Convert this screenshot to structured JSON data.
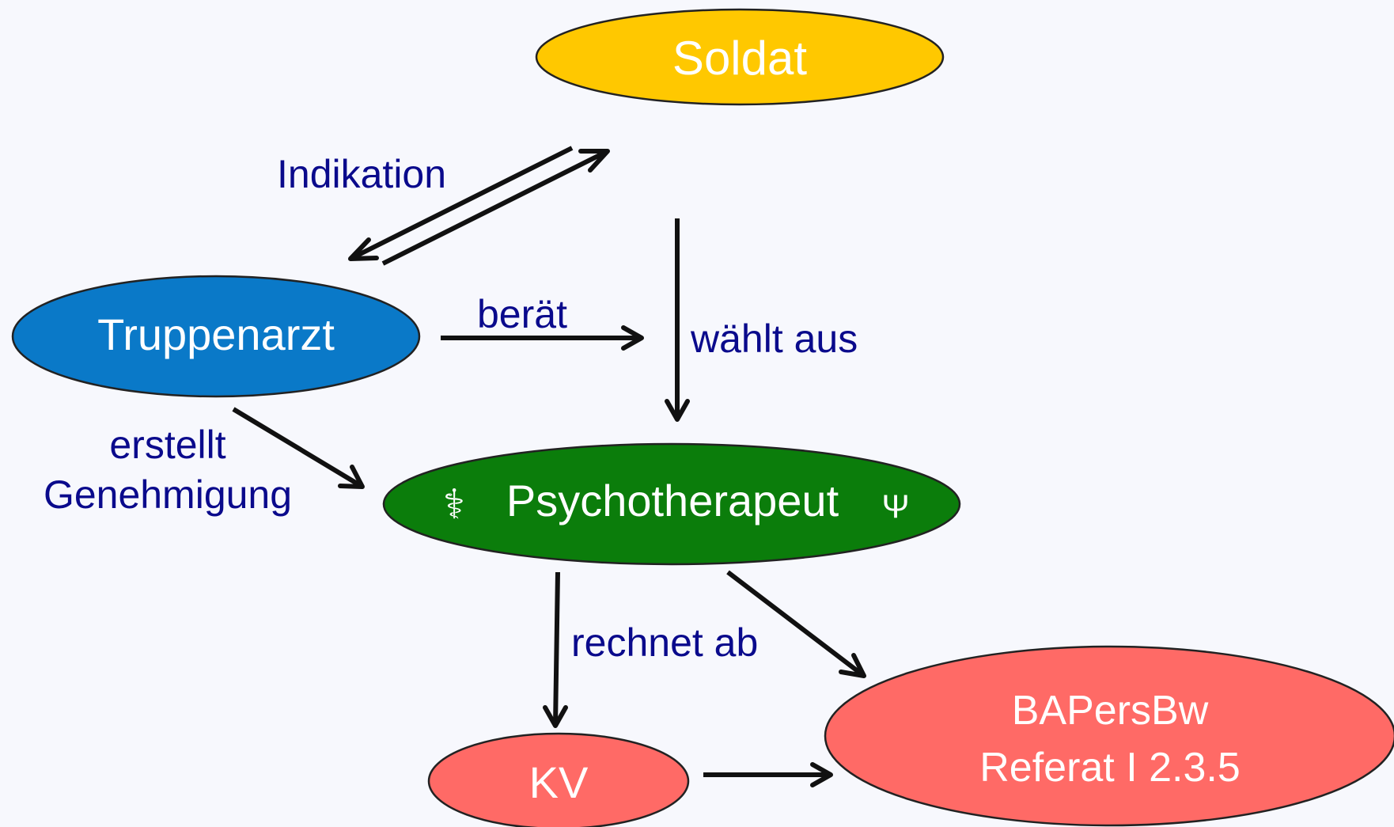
{
  "nodes": {
    "soldat": {
      "label": "Soldat",
      "color": "#ffc800"
    },
    "truppenarzt": {
      "label": "Truppenarzt",
      "color": "#0a79c8"
    },
    "psychotherapeut": {
      "label": "Psychotherapeut",
      "symbol_left": "⚕",
      "symbol_right": "Ψ",
      "color": "#0b7d0b"
    },
    "kv": {
      "label": "KV",
      "color": "#ff6a66"
    },
    "bapersbw": {
      "line1": "BAPersBw",
      "line2": "Referat I 2.3.5",
      "color": "#ff6a66"
    }
  },
  "edges": {
    "indikation": "Indikation",
    "beraet": "berät",
    "waehlt_aus": "wählt aus",
    "erstellt_line1": "erstellt",
    "erstellt_line2": "Genehmigung",
    "rechnet_ab": "rechnet ab"
  }
}
